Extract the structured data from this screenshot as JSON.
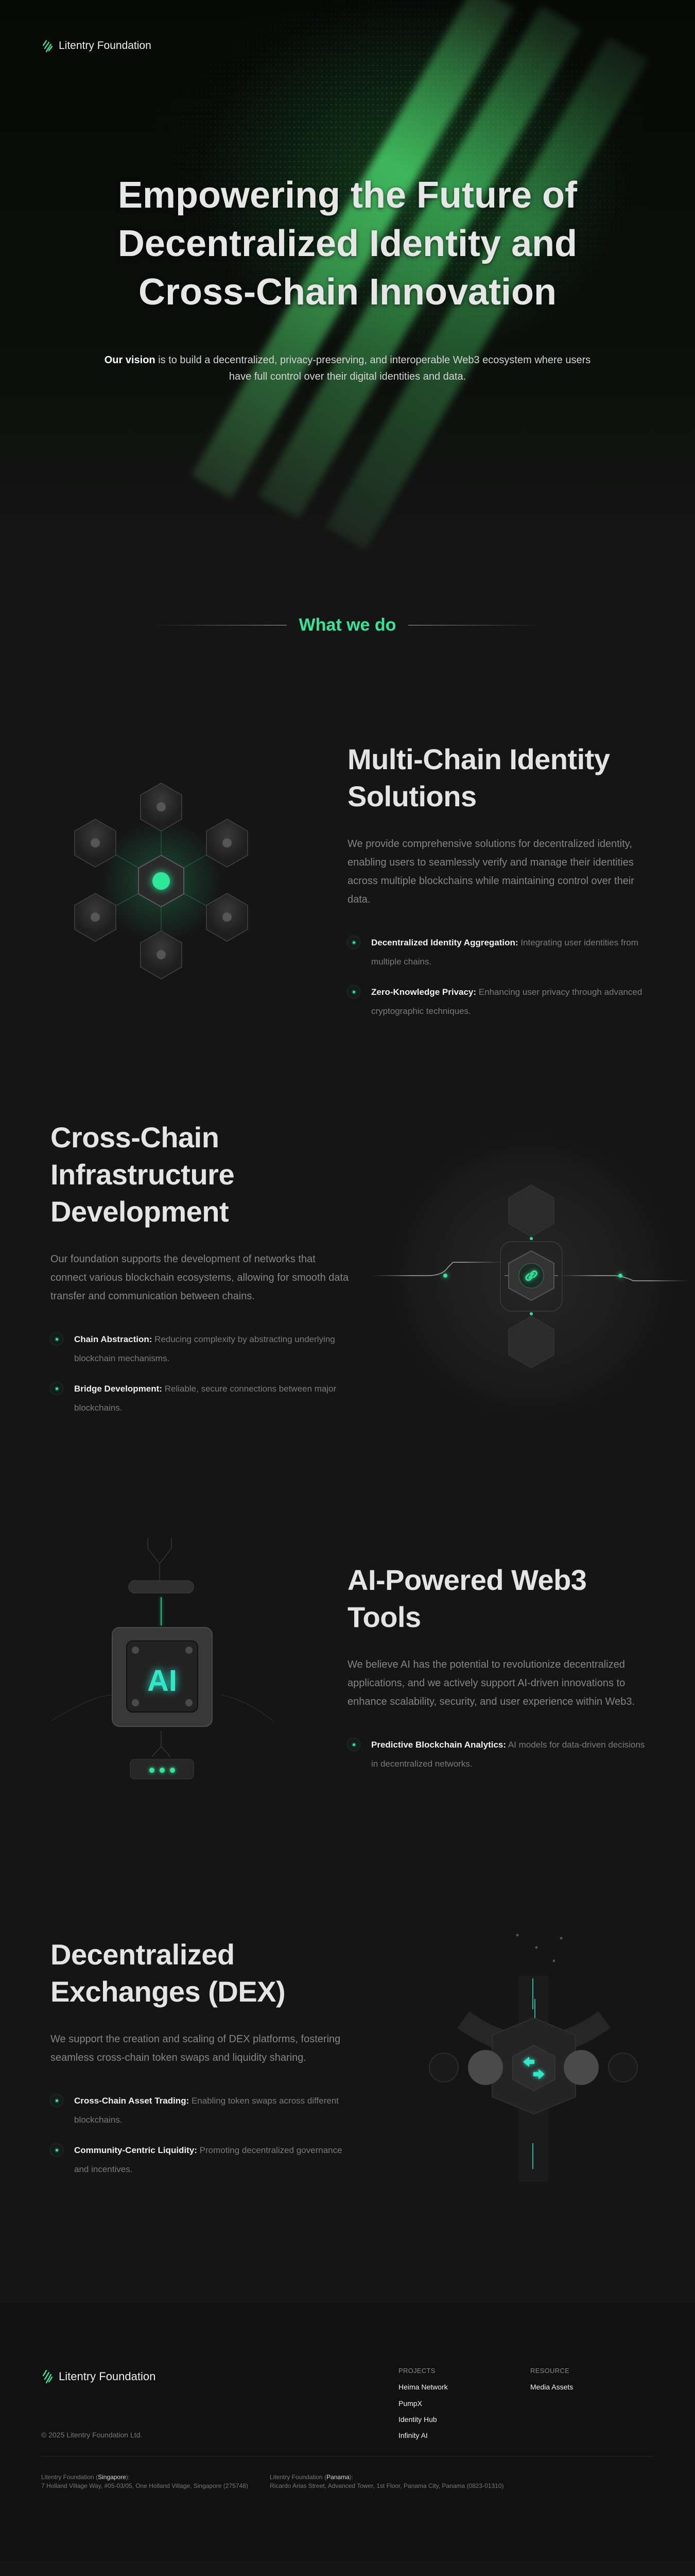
{
  "brand": {
    "name": "Litentry Foundation",
    "accent": "#2ee89a"
  },
  "hero": {
    "title_lines": [
      "Empowering the Future of",
      "Decentralized Identity and",
      "Cross-Chain Innovation"
    ],
    "vision_bold": "Our vision",
    "vision_text": " is to build a decentralized, privacy-preserving, and interoperable Web3 ecosystem where users have full control over their digital identities and data."
  },
  "what_we_do": "What we do",
  "sections": [
    {
      "title": "Multi-Chain Identity Solutions",
      "description": "We provide comprehensive solutions for decentralized identity, enabling users to seamlessly verify and manage their identities across multiple blockchains while maintaining control over their data.",
      "bullets": [
        {
          "label": "Decentralized Identity Aggregation:",
          "text": " Integrating user identities from multiple chains."
        },
        {
          "label": "Zero-Knowledge Privacy:",
          "text": " Enhancing user privacy through advanced cryptographic techniques."
        }
      ]
    },
    {
      "title": "Cross-Chain Infrastructure Development",
      "description": "Our foundation supports the development of networks that connect various blockchain ecosystems, allowing for smooth data transfer and communication between chains.",
      "bullets": [
        {
          "label": "Chain Abstraction:",
          "text": " Reducing complexity by abstracting underlying blockchain mechanisms."
        },
        {
          "label": "Bridge Development:",
          "text": " Reliable, secure connections between major blockchains."
        }
      ]
    },
    {
      "title": "AI-Powered Web3 Tools",
      "description": "We believe AI has the potential to revolutionize decentralized applications, and we actively support AI-driven innovations to enhance scalability, security, and user experience within Web3.",
      "bullets": [
        {
          "label": "Predictive Blockchain Analytics:",
          "text": " AI models for data-driven decisions in decentralized networks."
        }
      ],
      "chip_label": "AI"
    },
    {
      "title": "Decentralized Exchanges (DEX)",
      "description": "We support the creation and scaling of DEX platforms, fostering seamless cross-chain token swaps and liquidity sharing.",
      "bullets": [
        {
          "label": "Cross-Chain Asset Trading:",
          "text": " Enabling token swaps across different blockchains."
        },
        {
          "label": "Community-Centric Liquidity:",
          "text": " Promoting decentralized governance and incentives."
        }
      ]
    }
  ],
  "footer": {
    "copyright": "© 2025 Litentry Foundation Ltd.",
    "projects_heading": "PROJECTS",
    "projects": [
      "Heima Network",
      "PumpX",
      "Identity Hub",
      "Infinity AI"
    ],
    "resource_heading": "RESOURCE",
    "resources": [
      "Media Assets"
    ],
    "offices": [
      {
        "prefix": "Litentry Foundation (",
        "country": "Singapore",
        "suffix": "):",
        "address": "7 Holland Village Way, #05-03/05, One Holland Village, Singapore (275748)"
      },
      {
        "prefix": "Litentry Foundation (",
        "country": "Panama",
        "suffix": "):",
        "address": "Ricardo Arias Street, Advanced Tower, 1st Floor, Panama City, Panama (0823-01310)"
      }
    ]
  }
}
